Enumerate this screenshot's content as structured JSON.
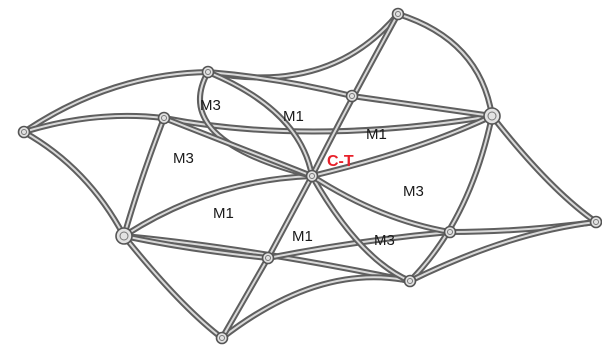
{
  "diagram": {
    "labels": [
      {
        "id": "m3-a",
        "text": "M3"
      },
      {
        "id": "m1-a",
        "text": "M1"
      },
      {
        "id": "m1-b",
        "text": "M1"
      },
      {
        "id": "m3-b",
        "text": "M3"
      },
      {
        "id": "ct",
        "text": "C-T",
        "highlight": true
      },
      {
        "id": "m3-c",
        "text": "M3"
      },
      {
        "id": "m1-c",
        "text": "M1"
      },
      {
        "id": "m1-d",
        "text": "M1"
      },
      {
        "id": "m3-d",
        "text": "M3"
      }
    ],
    "colors": {
      "rod": "#5f5f5f",
      "rod_highlight": "#d9d9d9",
      "highlight_text": "#e8202a",
      "text": "#1a1a1a"
    }
  }
}
